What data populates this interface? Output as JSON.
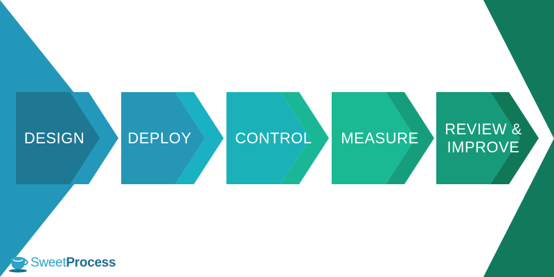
{
  "steps": [
    {
      "label": "DESIGN",
      "main_color": "#1e7793",
      "tip_color": "#2398bb"
    },
    {
      "label": "DEPLOY",
      "main_color": "#2696b7",
      "tip_color": "#1ab1c2"
    },
    {
      "label": "CONTROL",
      "main_color": "#1ab1b9",
      "tip_color": "#1ab796"
    },
    {
      "label": "MEASURE",
      "main_color": "#1ab893",
      "tip_color": "#169e7c"
    },
    {
      "label": "REVIEW &\nIMPROVE",
      "main_color": "#169a79",
      "tip_color": "#117857"
    }
  ],
  "background": {
    "left_arrow_color": "#2397b9",
    "right_arrow_color": "#117a5c"
  },
  "logo": {
    "sweet": "Sweet",
    "process": "Process",
    "icon": "teacup-icon"
  }
}
